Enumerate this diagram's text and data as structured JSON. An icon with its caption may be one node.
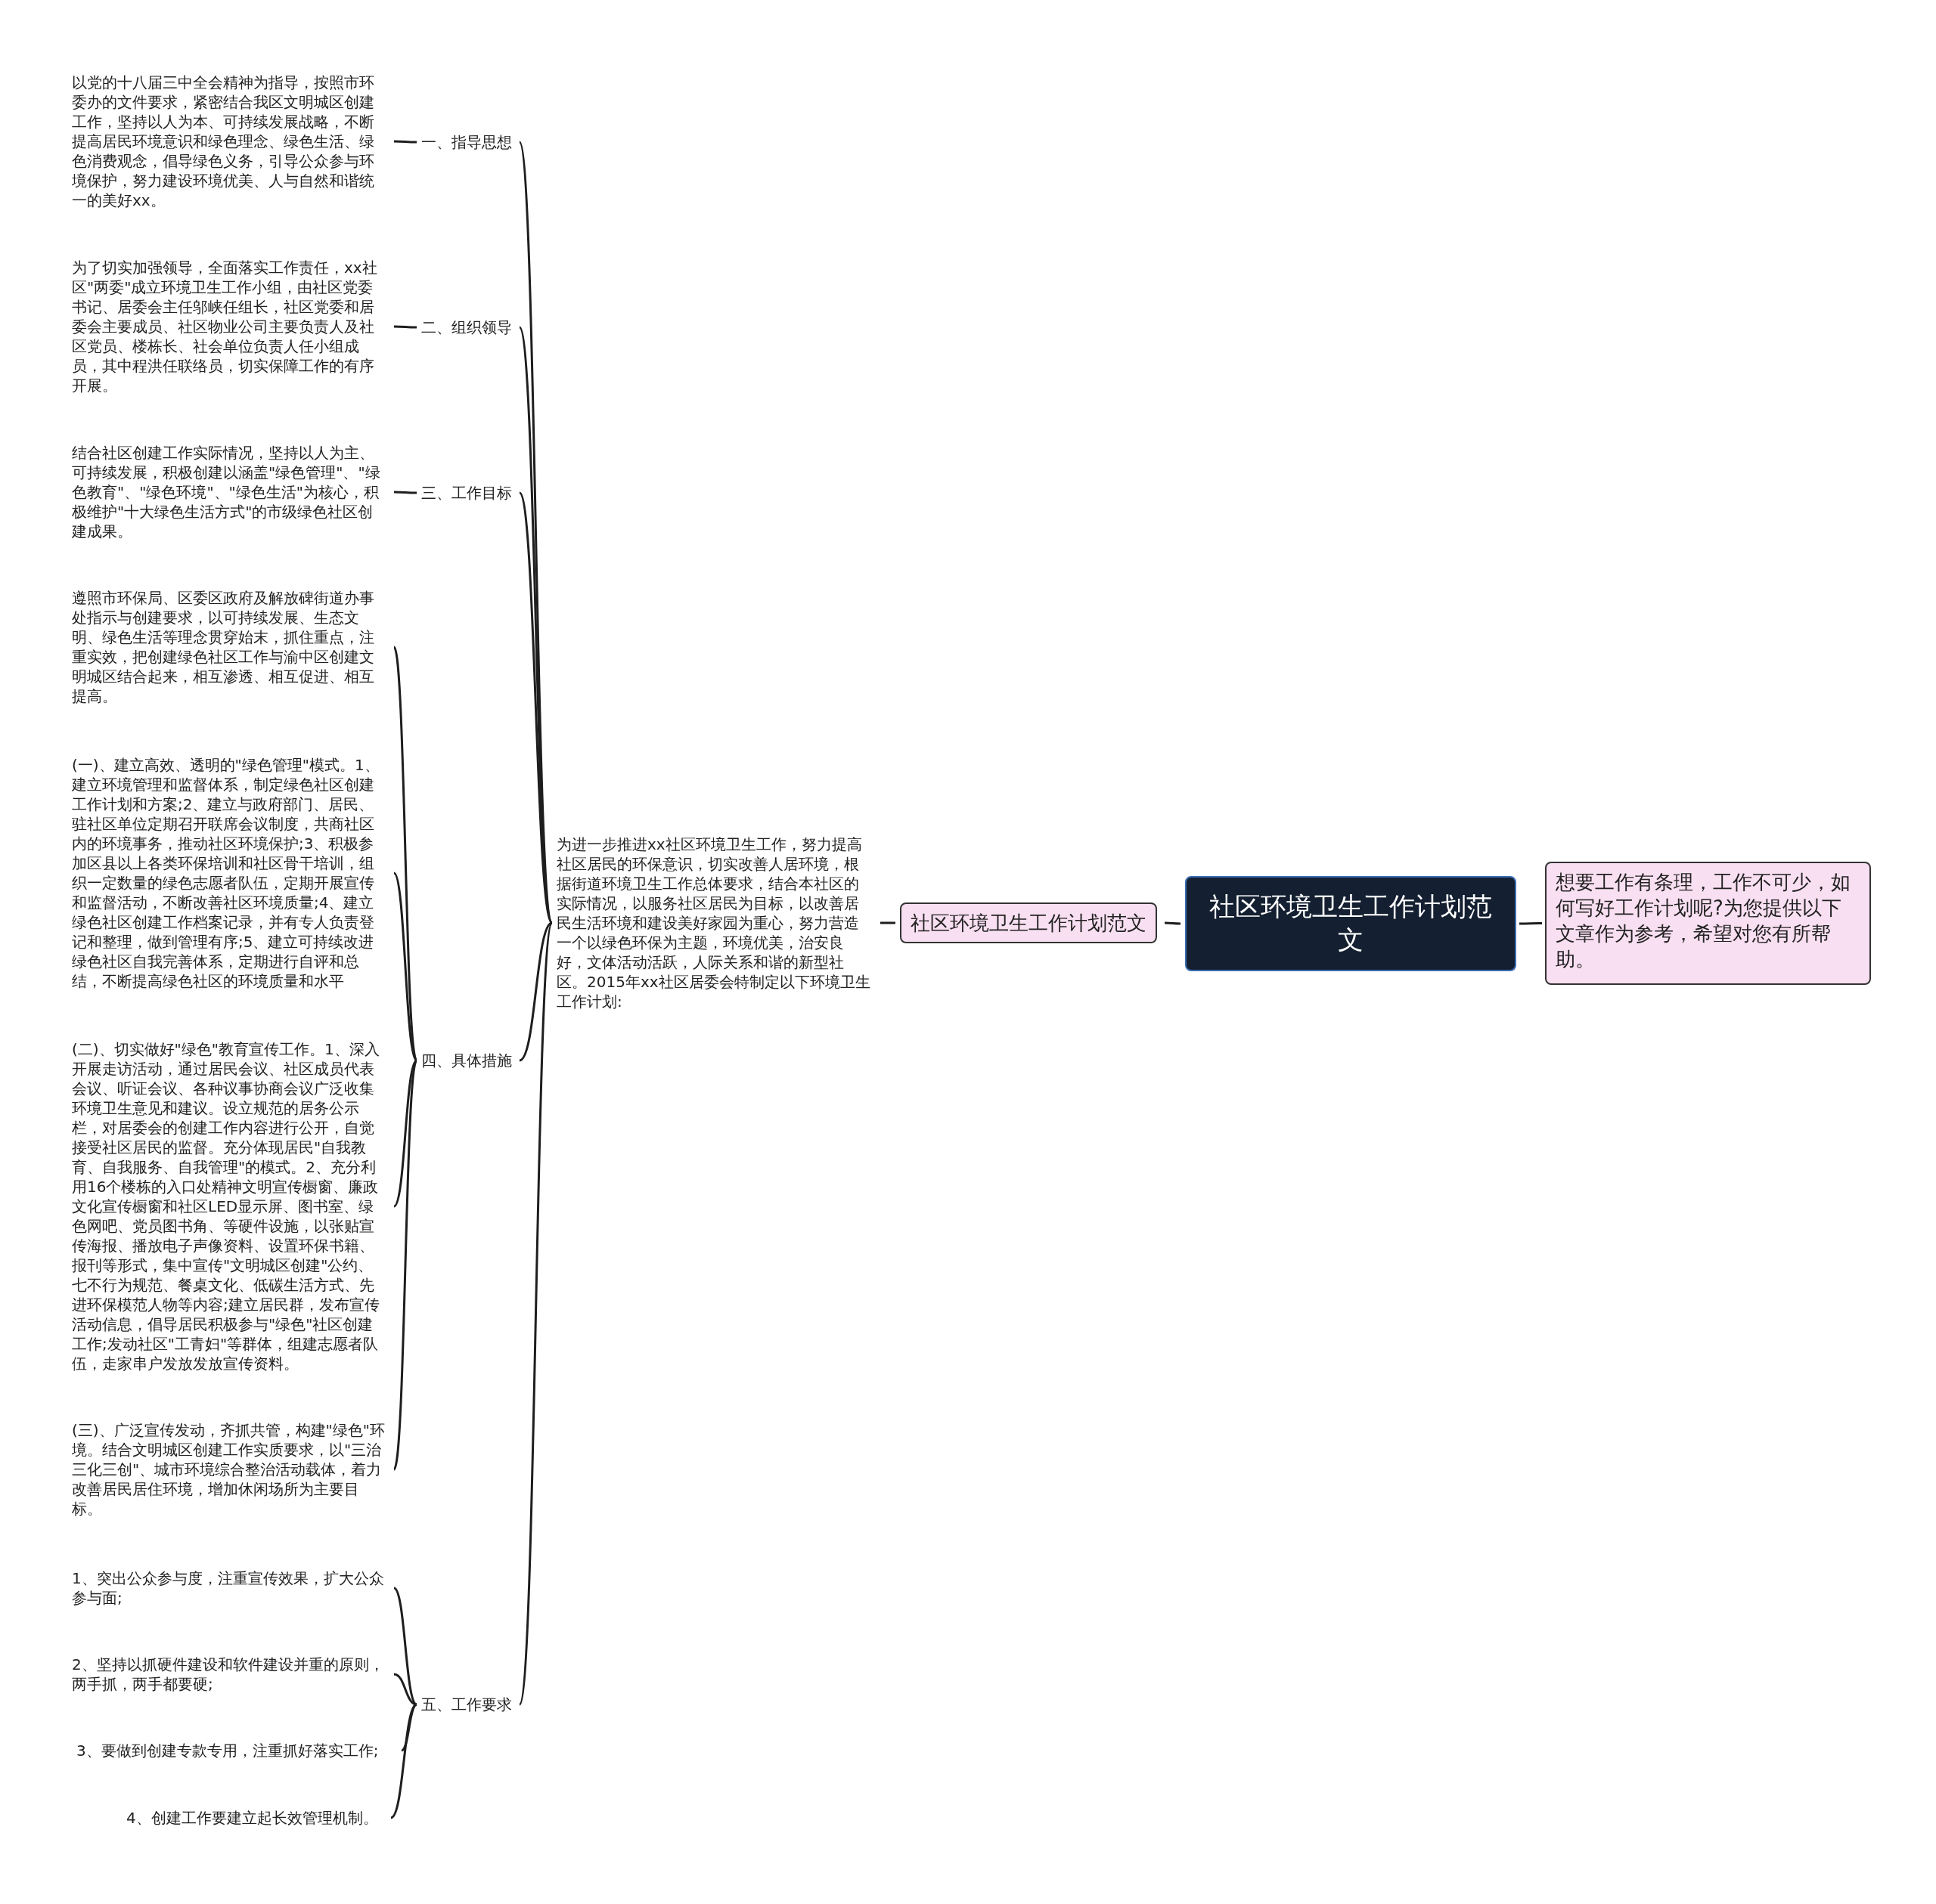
{
  "diagram": {
    "nodes": [
      {
        "text": [
          "社区环境卫生工作计划范文"
        ]
      },
      {
        "text": [
          "想要工作有条理，工作不可少，如何写好工作计划呢?为您提供以下文章作为参考，希望对您有所帮助。"
        ]
      },
      {
        "text": [
          "社区环境卫生工作计划范文"
        ]
      },
      {
        "text": [
          "为进一步推进xx社区环境卫生工作，努力提高社区居民的环保意识，切实改善人居环境，根据街道环境卫生工作总体要求，结合本社区的实际情况，以服务社区居民为目标，以改善居民生活环境和建设美好家园为重心，努力营造一个以绿色环保为主题，环境优美，治安良好，文体活动活跃，人际关系和谐的新型社区。2015年xx社区居委会特制定以下环境卫生工作计划:"
        ]
      },
      {
        "text": [
          "一、指导思想"
        ]
      },
      {
        "text": [
          "以党的十八届三中全会精神为指导，按照市环委办的文件要求，紧密结合我区文明城区创建工作，坚持以人为本、可持续发展战略，不断提高居民环境意识和绿色理念、绿色生活、绿色消费观念，倡导绿色义务，引导公众参与环境保护，努力建设环境优美、人与自然和谐统一的美好xx。"
        ]
      },
      {
        "text": [
          "二、组织领导"
        ]
      },
      {
        "text": [
          "为了切实加强领导，全面落实工作责任，xx社区\"两委\"成立环境卫生工作小组，由社区党委书记、居委会主任邬峡任组长，社区党委和居委会主要成员、社区物业公司主要负责人及社区党员、楼栋长、社会单位负责人任小组成员，其中程洪任联络员，切实保障工作的有序开展。"
        ]
      },
      {
        "text": [
          "三、工作目标"
        ]
      },
      {
        "text": [
          "结合社区创建工作实际情况，坚持以人为主、可持续发展，积极创建以涵盖\"绿色管理\"、\"绿色教育\"、\"绿色环境\"、\"绿色生活\"为核心，积极维护\"十大绿色生活方式\"的市级绿色社区创建成果。"
        ]
      },
      {
        "text": [
          "四、具体措施"
        ]
      },
      {
        "text": [
          "遵照市环保局、区委区政府及解放碑街道办事处指示与创建要求，以可持续发展、生态文明、绿色生活等理念贯穿始末，抓住重点，注重实效，把创建绿色社区工作与渝中区创建文明城区结合起来，相互渗透、相互促进、相互提高。"
        ]
      },
      {
        "text": [
          "(一)、建立高效、透明的\"绿色管理\"模式。1、建立环境管理和监督体系，制定绿色社区创建工作计划和方案;2、建立与政府部门、居民、驻社区单位定期召开联席会议制度，共商社区内的环境事务，推动社区环境保护;3、积极参加区县以上各类环保培训和社区骨干培训，组织一定数量的绿色志愿者队伍，定期开展宣传和监督活动，不断改善社区环境质量;4、建立绿色社区创建工作档案记录，并有专人负责登记和整理，做到管理有序;5、建立可持续改进绿色社区自我完善体系，定期进行自评和总结，不断提高绿色社区的环境质量和水平"
        ]
      },
      {
        "text": [
          "(二)、切实做好\"绿色\"教育宣传工作。1、深入开展走访活动，通过居民会议、社区成员代表会议、听证会议、各种议事协商会议广泛收集环境卫生意见和建议。设立规范的居务公示栏，对居委会的创建工作内容进行公开，自觉接受社区居民的监督。充分体现居民\"自我教育、自我服务、自我管理\"的模式。2、充分利用16个楼栋的入口处精神文明宣传橱窗、廉政文化宣传橱窗和社区LED显示屏、图书室、绿色网吧、党员图书角、等硬件设施，以张贴宣传海报、播放电子声像资料、设置环保书籍、报刊等形式，集中宣传\"文明城区创建\"公约、七不行为规范、餐桌文化、低碳生活方式、先进环保模范人物等内容;建立居民群，发布宣传活动信息，倡导居民积极参与\"绿色\"社区创建工作;发动社区\"工青妇\"等群体，组建志愿者队伍，走家串户发放发放宣传资料。"
        ]
      },
      {
        "text": [
          "(三)、广泛宣传发动，齐抓共管，构建\"绿色\"环境。结合文明城区创建工作实质要求，以\"三治三化三创\"、城市环境综合整治活动载体，着力改善居民居住环境，增加休闲场所为主要目标。"
        ]
      },
      {
        "text": [
          "五、工作要求"
        ]
      },
      {
        "text": [
          "1、突出公众参与度，注重宣传效果，扩大公众参与面;"
        ]
      },
      {
        "text": [
          "2、坚持以抓硬件建设和软件建设并重的原则，两手抓，两手都要硬;"
        ]
      },
      {
        "text": [
          "3、要做到创建专款专用，注重抓好落实工作;"
        ]
      },
      {
        "text": [
          "4、创建工作要建立起长效管理机制。"
        ]
      }
    ],
    "edges": [
      {
        "from": 0,
        "to": 1,
        "arrow": "none"
      },
      {
        "from": 0,
        "to": 2,
        "arrow": "none"
      },
      {
        "from": 2,
        "to": 3,
        "arrow": "none"
      },
      {
        "from": 3,
        "to": 4,
        "arrow": "none"
      },
      {
        "from": 3,
        "to": 6,
        "arrow": "none"
      },
      {
        "from": 3,
        "to": 8,
        "arrow": "none"
      },
      {
        "from": 3,
        "to": 10,
        "arrow": "none"
      },
      {
        "from": 3,
        "to": 15,
        "arrow": "none"
      },
      {
        "from": 4,
        "to": 5,
        "arrow": "none"
      },
      {
        "from": 6,
        "to": 7,
        "arrow": "none"
      },
      {
        "from": 8,
        "to": 9,
        "arrow": "none"
      },
      {
        "from": 10,
        "to": 11,
        "arrow": "none"
      },
      {
        "from": 10,
        "to": 12,
        "arrow": "none"
      },
      {
        "from": 10,
        "to": 13,
        "arrow": "none"
      },
      {
        "from": 10,
        "to": 14,
        "arrow": "none"
      },
      {
        "from": 15,
        "to": 16,
        "arrow": "none"
      },
      {
        "from": 15,
        "to": 17,
        "arrow": "none"
      },
      {
        "from": 15,
        "to": 18,
        "arrow": "none"
      },
      {
        "from": 15,
        "to": 19,
        "arrow": "none"
      }
    ]
  }
}
